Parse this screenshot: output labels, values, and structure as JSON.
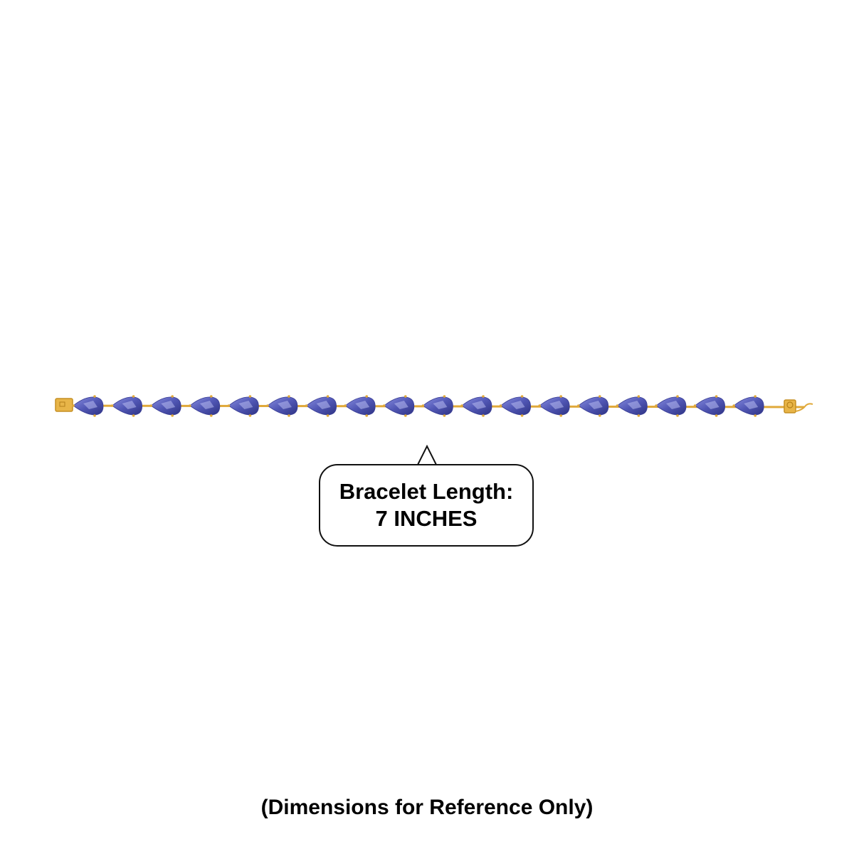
{
  "product": {
    "type": "pear-shaped gemstone tennis bracelet",
    "stone_count": 18,
    "stone_color": "#5b5fb8",
    "metal_color": "#e0a93a"
  },
  "callout": {
    "line1": "Bracelet Length:",
    "line2": "7 INCHES"
  },
  "footnote": "(Dimensions for Reference Only)"
}
